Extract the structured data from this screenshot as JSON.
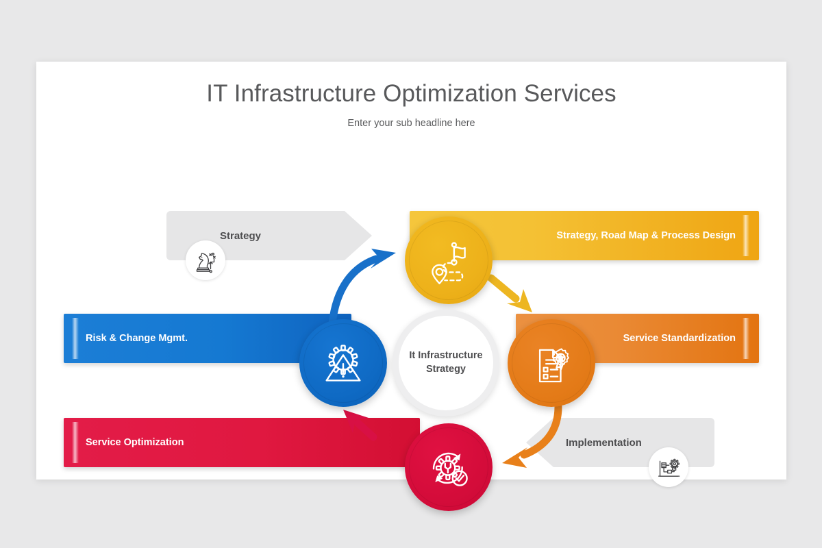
{
  "slide": {
    "title": "IT Infrastructure Optimization Services",
    "subtitle": "Enter your sub headline here",
    "background_color": "#e8e8e9",
    "canvas_color": "#ffffff"
  },
  "hub": {
    "label": "It Infrastructure\nStrategy",
    "ring_color": "#eeeeef",
    "text_color": "#4d4d4f"
  },
  "steps": [
    {
      "id": "strategy",
      "chevron_label": "Strategy",
      "chevron_color": "#e6e6e7",
      "chevron_text_color": "#4d4d4f",
      "icon": "chess-knight-strategy-icon",
      "side": "left",
      "direction": "right"
    },
    {
      "id": "roadmap",
      "bar_label": "Strategy, Road Map & Process Design",
      "color": "#efb51b",
      "gradient_from": "#f5c63c",
      "gradient_to": "#efa513",
      "icon": "roadmap-flag-pin-icon",
      "side": "right",
      "align": "right"
    },
    {
      "id": "standardization",
      "bar_label": "Service Standardization",
      "color": "#e47b18",
      "gradient_from": "#eb9141",
      "gradient_to": "#e37411",
      "icon": "certificate-award-document-icon",
      "side": "right",
      "align": "right"
    },
    {
      "id": "implementation",
      "chevron_label": "Implementation",
      "chevron_color": "#e6e6e7",
      "chevron_text_color": "#4d4d4f",
      "icon": "blueprint-gear-icon",
      "side": "right",
      "direction": "left"
    },
    {
      "id": "optimization",
      "bar_label": "Service Optimization",
      "color": "#d40c3a",
      "gradient_from": "#e31c48",
      "gradient_to": "#d30f33",
      "icon": "gear-wrench-refresh-check-icon",
      "side": "left",
      "align": "left"
    },
    {
      "id": "risk",
      "bar_label": "Risk & Change Mgmt.",
      "color": "#0f6ac4",
      "gradient_from": "#1c7ed6",
      "gradient_to": "#0f63bf",
      "icon": "warning-gear-icon",
      "side": "left",
      "align": "left"
    }
  ],
  "arrows": [
    {
      "id": "blue-to-yellow",
      "color": "#1870c9",
      "from": "risk",
      "to": "roadmap"
    },
    {
      "id": "yellow-to-orange",
      "color": "#edb622",
      "from": "roadmap",
      "to": "standardization"
    },
    {
      "id": "orange-to-red",
      "color": "#e8801a",
      "from": "standardization",
      "to": "optimization"
    },
    {
      "id": "red-to-blue",
      "color": "#d81044",
      "from": "optimization",
      "to": "risk"
    }
  ]
}
